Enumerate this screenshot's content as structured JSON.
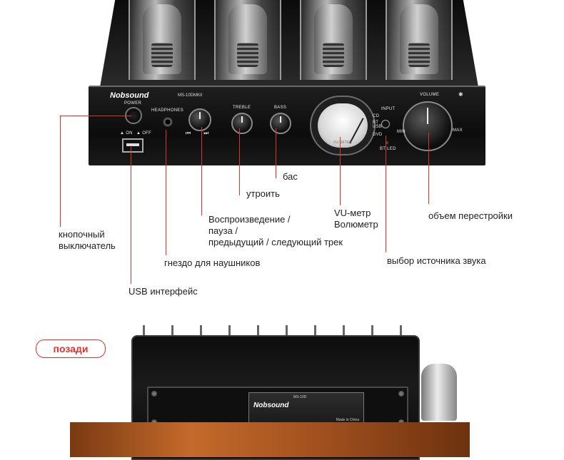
{
  "front": {
    "brand": "Nobsound",
    "model": "MS-10DMKII",
    "panel": {
      "power": "POWER",
      "on": "ON",
      "off": "OFF",
      "headphones": "HEADPHONES",
      "treble": "TREBLE",
      "bass": "BASS",
      "vu_label": "VU METER",
      "input": "INPUT",
      "cd": "CD",
      "bt_usb": "BT\nUSB",
      "dvd": "DVD",
      "bt_led": "BT LED",
      "volume": "VOLUME",
      "min": "MIN",
      "max": "MAX"
    }
  },
  "callouts": {
    "bass": "бас",
    "treble": "утроить",
    "playback": "Воспроизведение /\nпауза /\nпредыдущий / следующий трек",
    "vu": "VU-метр\nВолюметр",
    "volume": "объем перестройки",
    "power": "кнопочный\nвыключатель",
    "headphones": "гнездо для наушников",
    "source": "выбор источника звука",
    "usb": "USB интерфейс"
  },
  "rear": {
    "tag": "позади",
    "brand": "Nobsound",
    "model_text": "MS-10D",
    "made_in": "Made in China"
  },
  "colors": {
    "callout_line": "#e03030",
    "panel": "#111111",
    "wood": "#b05a22"
  }
}
